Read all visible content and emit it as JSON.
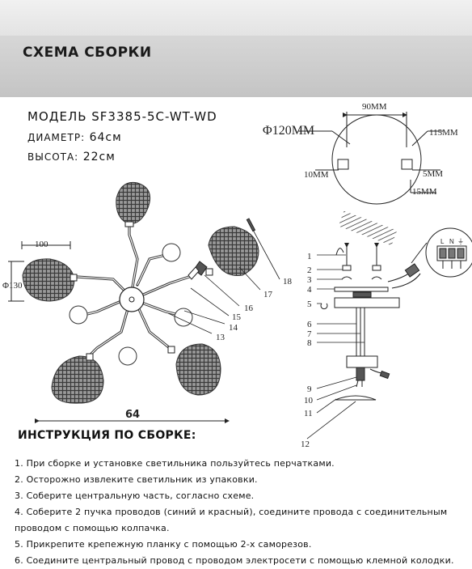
{
  "header": {
    "title": "СХЕМА СБОРКИ"
  },
  "product": {
    "model": "МОДЕЛЬ SF3385-5C-WT-WD",
    "diameter_label": "ДИАМЕТР:",
    "diameter_value": "64см",
    "height_label": "ВЫСОТА:",
    "height_value": "22см"
  },
  "canopy_dims": {
    "d120": "Φ120MM",
    "w90": "90MM",
    "h115": "115MM",
    "s10": "10MM",
    "s5": "5MM",
    "s15": "15MM"
  },
  "shade_dims": {
    "w100": "100",
    "d130": "Φ130",
    "span": "64"
  },
  "part_numbers": {
    "p13": "13",
    "p14": "14",
    "p15": "15",
    "p16": "16",
    "p17": "17",
    "p18": "18",
    "p1": "1",
    "p2": "2",
    "p3": "3",
    "p4": "4",
    "p5": "5",
    "p6": "6",
    "p7": "7",
    "p8": "8",
    "p9": "9",
    "p10": "10",
    "p11": "11",
    "p12": "12"
  },
  "wire_labels": {
    "l": "L",
    "n": "N",
    "pe": "⏚"
  },
  "instructions": {
    "title": "ИНСТРУКЦИЯ ПО СБОРКЕ:",
    "steps": [
      "1. При сборке и установке светильника пользуйтесь перчатками.",
      "2. Осторожно извлеките светильник из упаковки.",
      "3. Соберите центральную часть, согласно схеме.",
      "4. Соберите 2 пучка проводов (синий и красный), соедините провода с соединительным проводом с помощью колпачка.",
      "5. Прикрепите крепежную планку с помощью 2-х саморезов.",
      "6. Соедините центральный провод с проводом электросети с помощью клемной колодки."
    ]
  }
}
